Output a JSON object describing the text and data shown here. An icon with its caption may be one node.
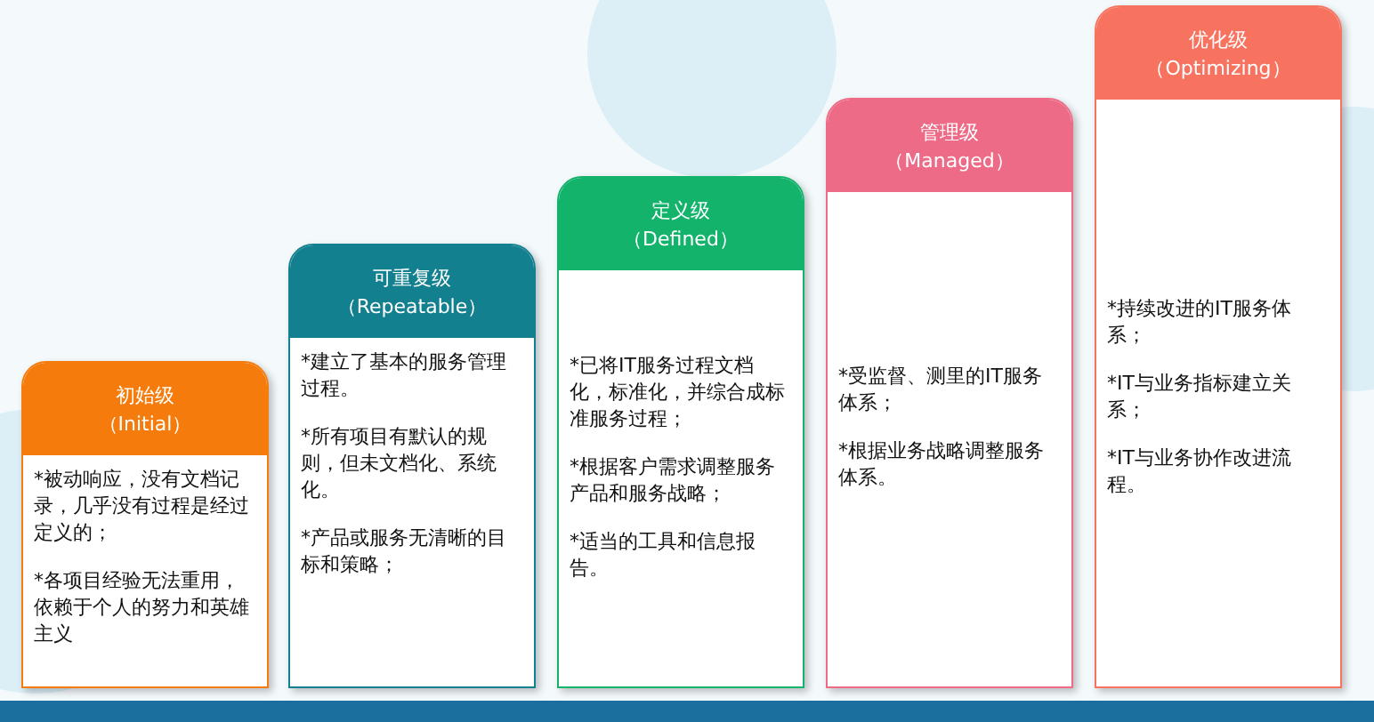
{
  "diagram": {
    "nodes": [
      {
        "text": [
          "初始级",
          "（Initial）",
          "*被动响应，没有文档记录，几乎没有过程是经过定义的；",
          "*各项目经验无法重用，依赖于个人的努力和英雄主义"
        ]
      },
      {
        "text": [
          "可重复级",
          "（Repeatable）",
          "*建立了基本的服务管理过程。",
          "*所有项目有默认的规则，但未文档化、系统化。",
          "*产品或服务无清晰的目标和策略；"
        ]
      },
      {
        "text": [
          "定义级",
          "（Defined）",
          "*已将IT服务过程文档化，标准化，并综合成标准服务过程；",
          "*根据客户需求调整服务产品和服务战略；",
          "*适当的工具和信息报告。"
        ]
      },
      {
        "text": [
          "管理级",
          "（Managed）",
          "*受监督、测里的IT服务体系；",
          "*根据业务战略调整服务体系。"
        ]
      },
      {
        "text": [
          "优化级",
          "（Optimizing）",
          "*持续改进的IT服务体系；",
          "*IT与业务指标建立关系；",
          "*IT与业务协作改进流程。"
        ]
      }
    ]
  }
}
